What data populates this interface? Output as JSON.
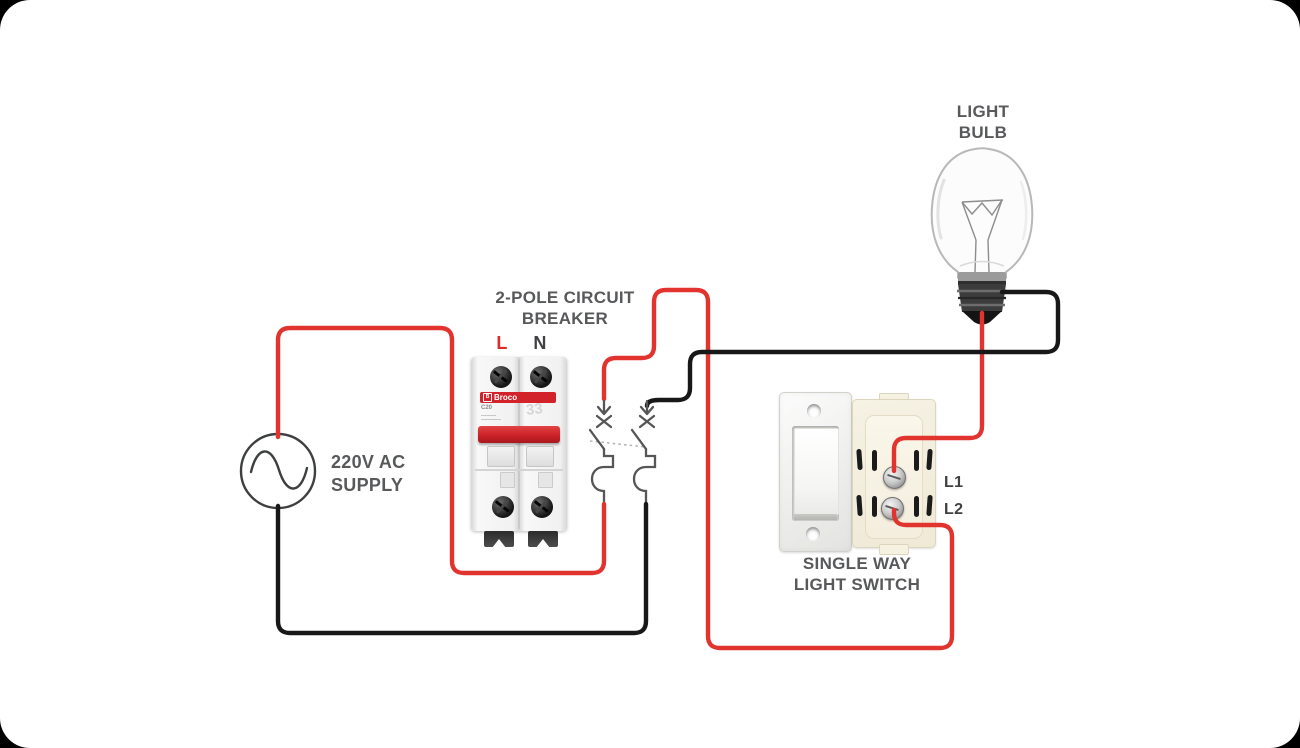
{
  "colors": {
    "background": "#000000",
    "card": "#ffffff",
    "wire_live": "#e2342e",
    "wire_neutral": "#181818",
    "schematic": "#565656",
    "label_gray": "#58595b",
    "terminal_label": "#414042",
    "live_label_red": "#df2b28",
    "breaker_toggle": "#cb2127",
    "banner_red": "#d2232a"
  },
  "labels": {
    "supply": {
      "line1": "220V AC",
      "line2": "SUPPLY"
    },
    "breaker": {
      "title_line1": "2-POLE CIRCUIT",
      "title_line2": "BREAKER",
      "live": "L",
      "neutral": "N",
      "brand_initial": "B",
      "brand": "Broco",
      "model": "C20",
      "scribble": "33"
    },
    "bulb": {
      "line1": "LIGHT",
      "line2": "BULB"
    },
    "switch": {
      "line1": "SINGLE WAY",
      "line2": "LIGHT SWITCH",
      "terminal_top": "L1",
      "terminal_bottom": "L2"
    }
  }
}
